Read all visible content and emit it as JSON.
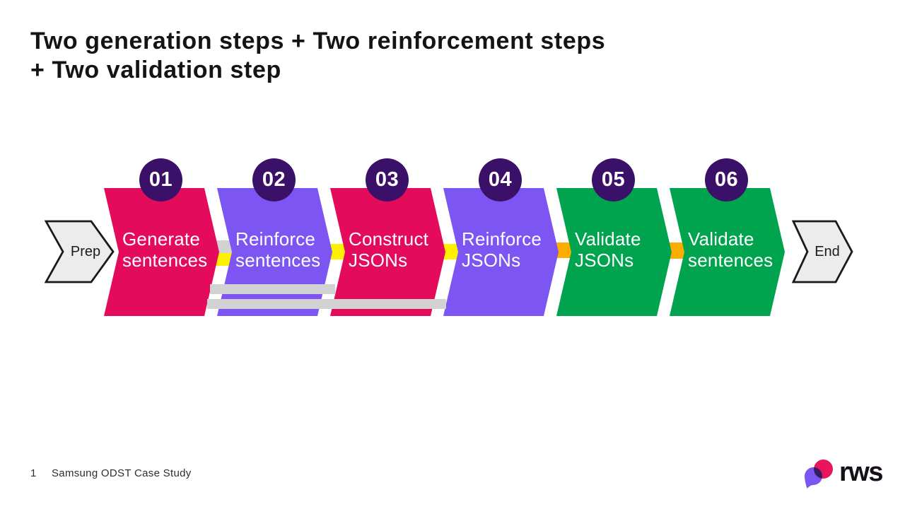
{
  "slide": {
    "title_line1": "Two generation steps + Two reinforcement steps",
    "title_line2": "+ Two validation step",
    "page_number": "1",
    "footer": "Samsung ODST Case Study"
  },
  "flow": {
    "start_label": "Prep",
    "end_label": "End",
    "steps": [
      {
        "number": "01",
        "line1": "Generate",
        "line2": "sentences",
        "color": "#E40B5C"
      },
      {
        "number": "02",
        "line1": "Reinforce",
        "line2": "sentences",
        "color": "#7C55F2"
      },
      {
        "number": "03",
        "line1": "Construct",
        "line2": "JSONs",
        "color": "#E40B5C"
      },
      {
        "number": "04",
        "line1": "Reinforce",
        "line2": "JSONs",
        "color": "#7C55F2"
      },
      {
        "number": "05",
        "line1": "Validate",
        "line2": "JSONs",
        "color": "#00A44E"
      },
      {
        "number": "06",
        "line1": "Validate",
        "line2": "sentences",
        "color": "#00A44E"
      }
    ],
    "connectors": [
      {
        "between": "steps 1-2 upper",
        "color": "#D2D2D2"
      },
      {
        "between": "steps 1-2 lower",
        "color": "#FFF000"
      },
      {
        "between": "steps 2-3",
        "color": "#FFF000"
      },
      {
        "between": "steps 3-4",
        "color": "#FFF000"
      },
      {
        "between": "steps 4-5",
        "color": "#FBAD00"
      },
      {
        "between": "steps 5-6",
        "color": "#FBAD00"
      }
    ],
    "skip_bars": [
      {
        "span": "step 1 to step 3",
        "color": "#D2D2D2"
      },
      {
        "span": "step 1 to step 4",
        "color": "#D2D2D2"
      }
    ],
    "colors": {
      "badge_bg": "#3A1068",
      "badge_text": "#FFFFFF",
      "step_text": "#FFFFFF",
      "terminal_fill": "#ECECEC",
      "terminal_stroke": "#1A1A1A"
    }
  },
  "logo": {
    "text": "rws",
    "dot_color": "#E8155C",
    "pin_color": "#7A57F0",
    "overlap_color": "#3A1A5E",
    "text_color": "#15101A"
  }
}
